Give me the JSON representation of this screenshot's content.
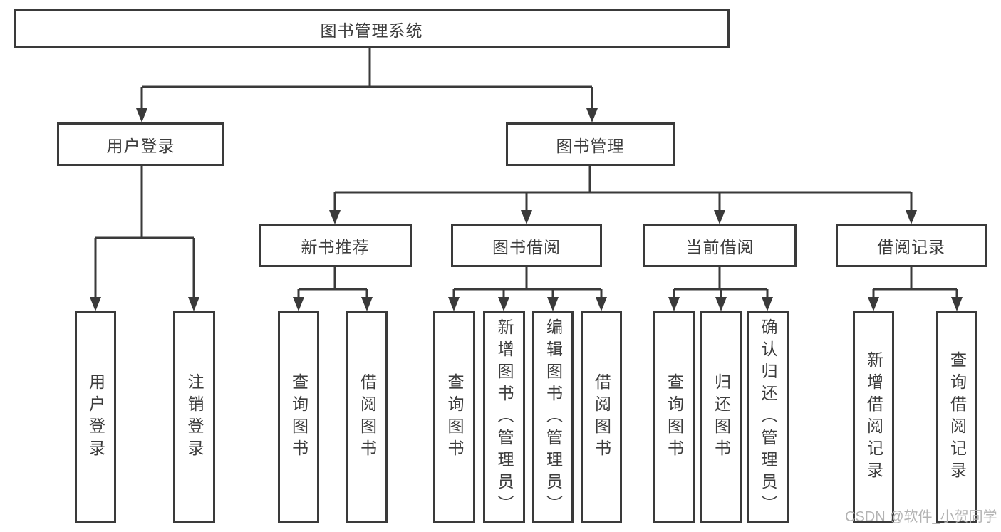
{
  "diagram": {
    "root": "图书管理系统",
    "level2": {
      "user_login": "用户登录",
      "book_mgmt": "图书管理"
    },
    "level3": {
      "new_book": "新书推荐",
      "borrow": "图书借阅",
      "current": "当前借阅",
      "records": "借阅记录"
    },
    "leaves": {
      "user_login": "用户登录",
      "logout": "注销登录",
      "nb_query": "查询图书",
      "nb_borrow": "借阅图书",
      "bb_query": "查询图书",
      "bb_add": "新增图书（管理员）",
      "bb_edit": "编辑图书（管理员）",
      "bb_borrow": "借阅图书",
      "cb_query": "查询图书",
      "cb_return": "归还图书",
      "cb_confirm": "确认归还（管理员）",
      "rec_add": "新增借阅记录",
      "rec_query": "查询借阅记录"
    }
  },
  "watermark": "CSDN @软件_小贺同学",
  "colors": {
    "line": "#3a3a3a",
    "text": "#3d3d3d",
    "box_background": "#ffffff",
    "watermark": "#b3b3b3"
  }
}
